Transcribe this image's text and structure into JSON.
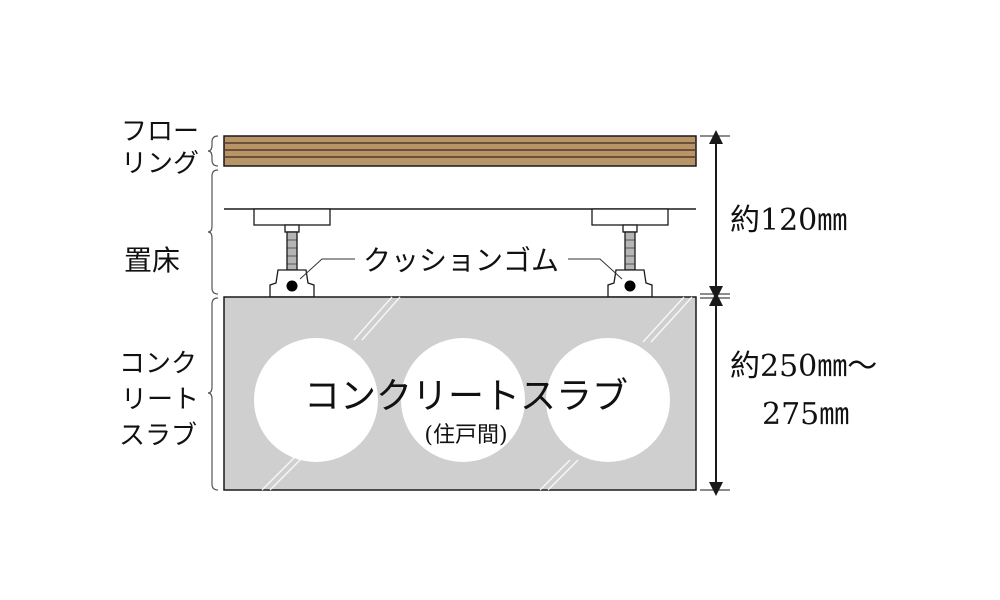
{
  "labels": {
    "flooring": [
      "フロー",
      "リング"
    ],
    "raised_floor": "置床",
    "concrete": [
      "コンク",
      "リート",
      "スラブ"
    ]
  },
  "annotations": {
    "cushion_rubber": "クッションゴム",
    "slab_title": "コンクリートスラブ",
    "slab_subtitle": "(住戸間)"
  },
  "dimensions": {
    "upper": "約120㎜",
    "lower": [
      "約250㎜～",
      "275㎜"
    ]
  },
  "colors": {
    "flooring": "#b89466",
    "flooring_grain": "#4f3d2a",
    "slab": "#cfcfcf",
    "slab_hole": "#ffffff",
    "line": "#1a1a1a"
  }
}
